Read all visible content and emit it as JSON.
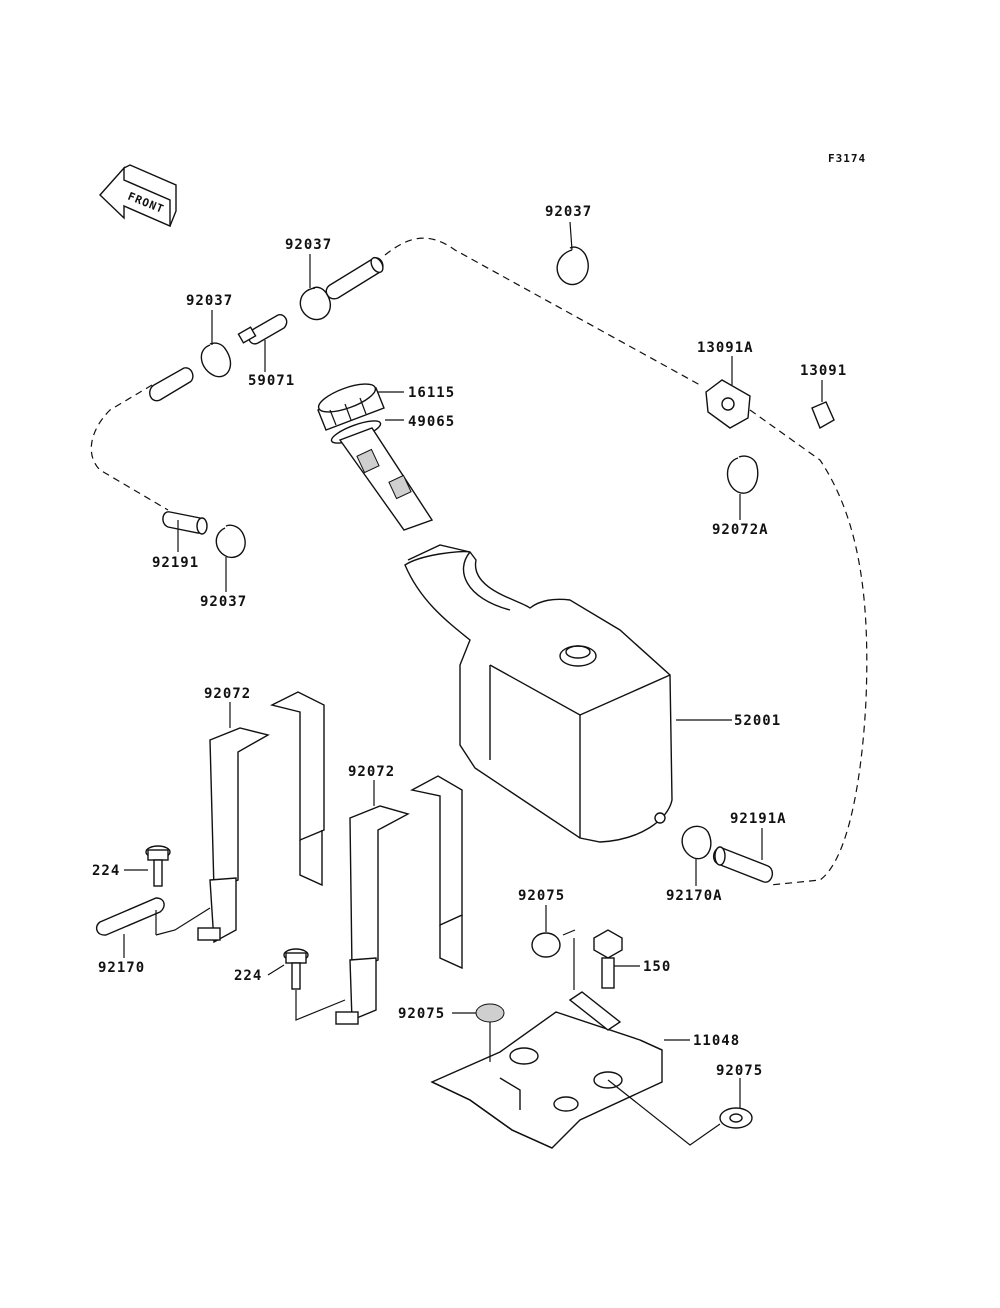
{
  "figure_code": "F3174",
  "front_label": "FRONT",
  "labels": {
    "p92037_top": "92037",
    "p92037_mid": "92037",
    "p92037_left": "92037",
    "p59071": "59071",
    "p16115": "16115",
    "p49065": "49065",
    "p13091A": "13091A",
    "p13091": "13091",
    "p92072A": "92072A",
    "p92191": "92191",
    "p92037_low": "92037",
    "p52001": "52001",
    "p92072_left": "92072",
    "p92072_mid": "92072",
    "p92191A": "92191A",
    "p92170A": "92170A",
    "p224_left": "224",
    "p92170": "92170",
    "p92075_top": "92075",
    "p150": "150",
    "p224_mid": "224",
    "p92075_mid": "92075",
    "p11048": "11048",
    "p92075_right": "92075"
  }
}
